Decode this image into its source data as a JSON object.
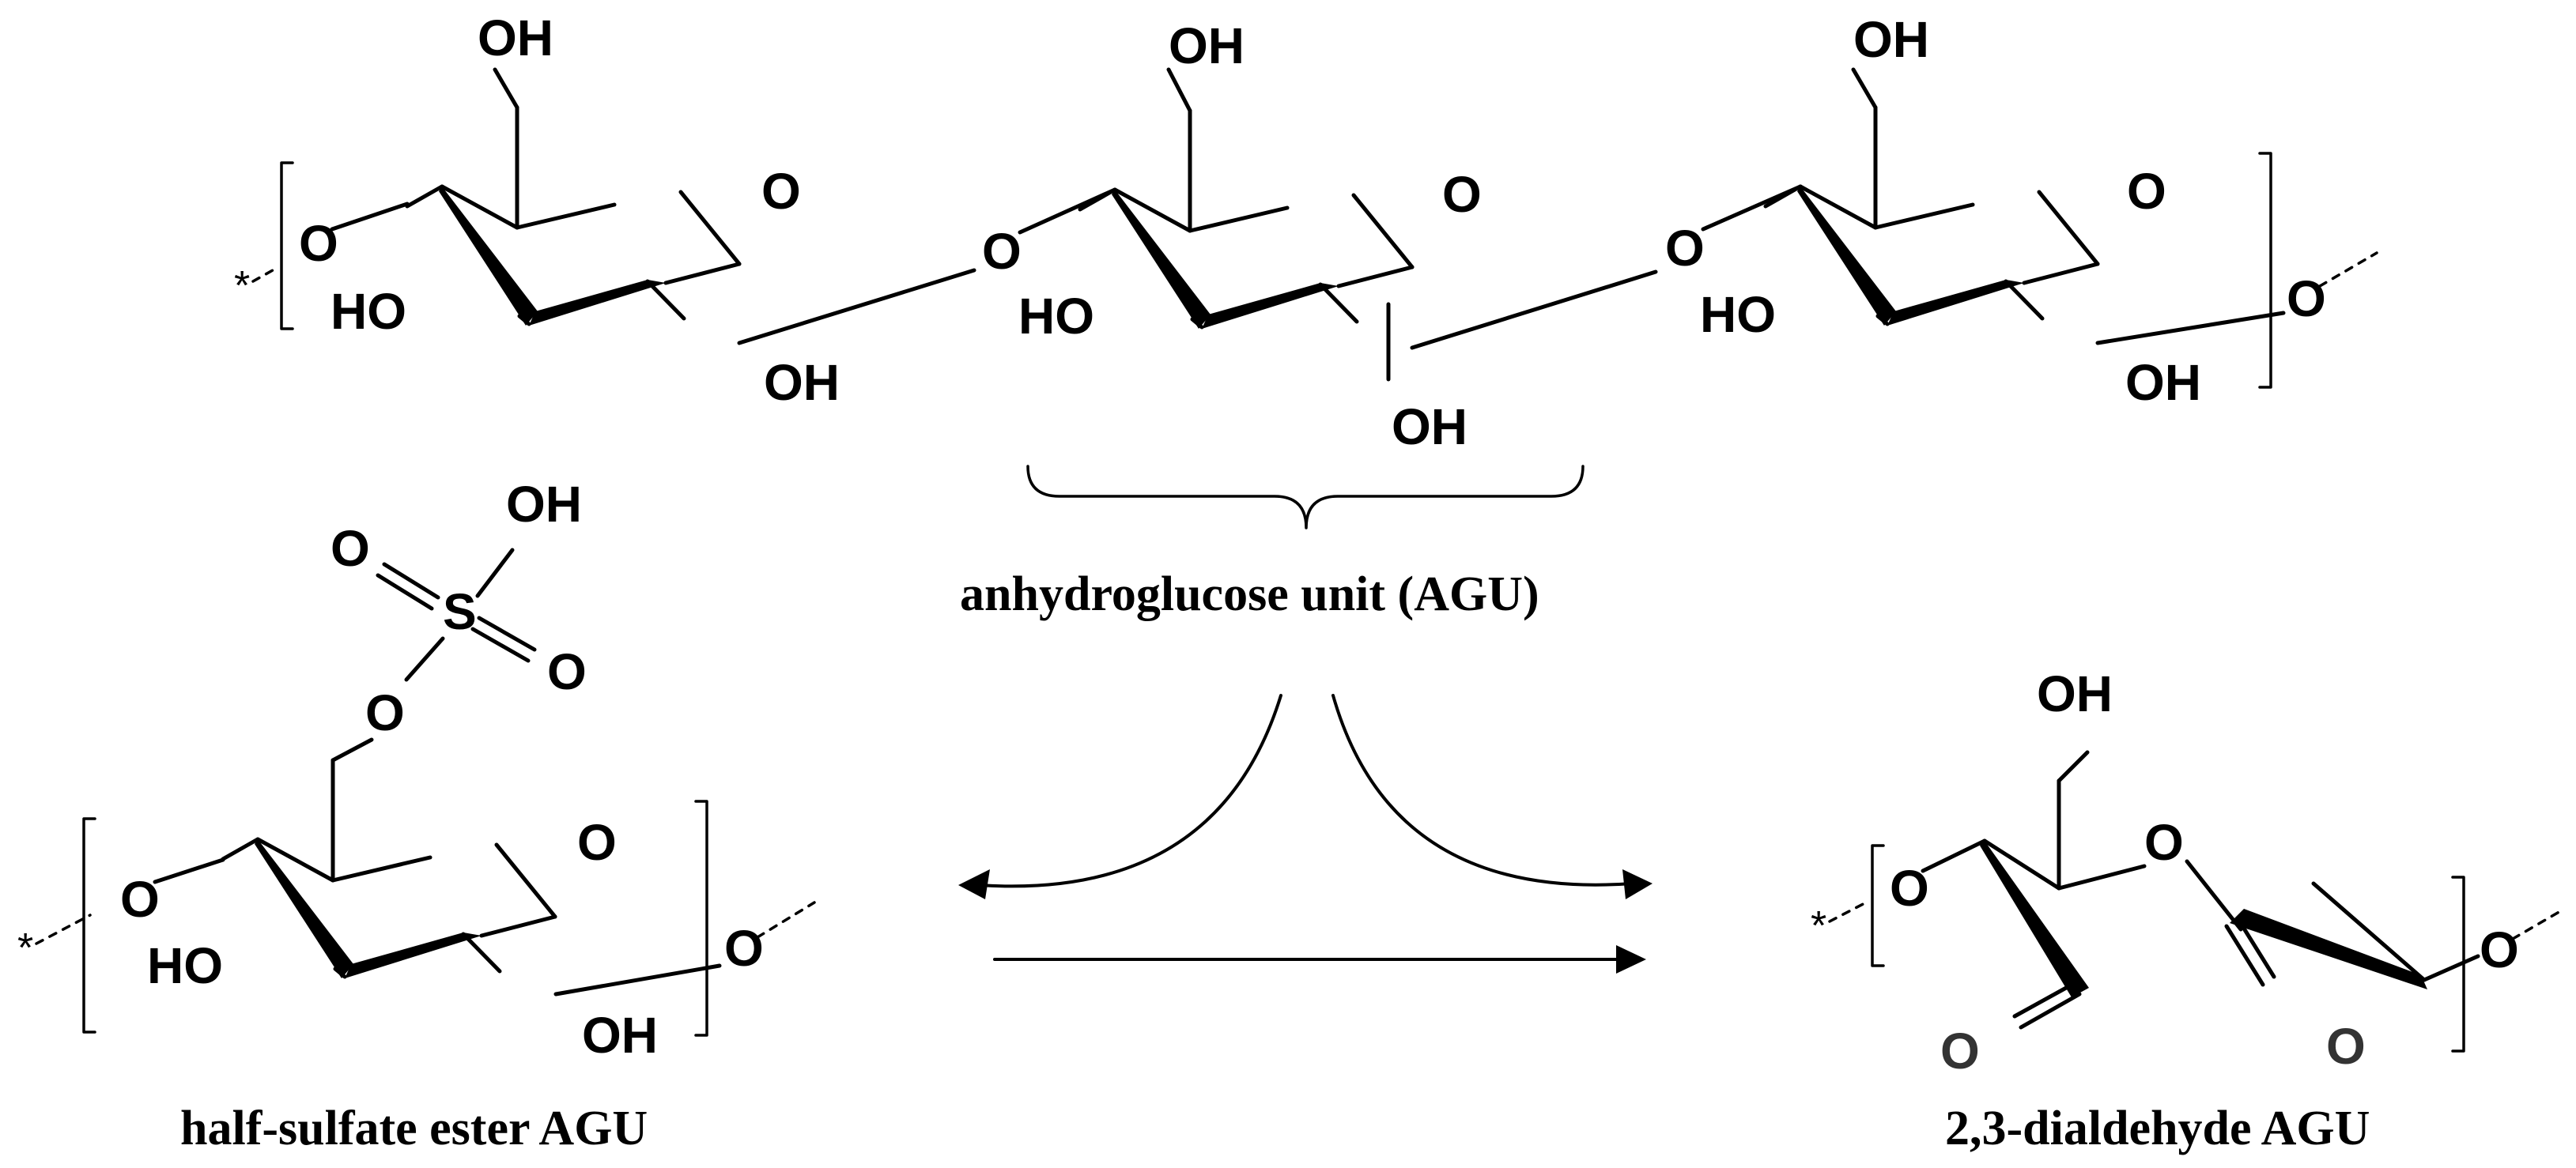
{
  "atoms": {
    "oxygen": "O",
    "hydroxyl_right": "OH",
    "hydroxyl_left": "HO",
    "sulfur": "S",
    "chain_end": "*"
  },
  "labels": {
    "repeat_unit": "anhydroglucose unit (AGU)",
    "sulfated": "half-sulfate ester AGU",
    "oxidized": "2,3-dialdehyde AGU"
  },
  "colors": {
    "ink": "#000000",
    "aldehyde_oxygen": "#333333"
  }
}
